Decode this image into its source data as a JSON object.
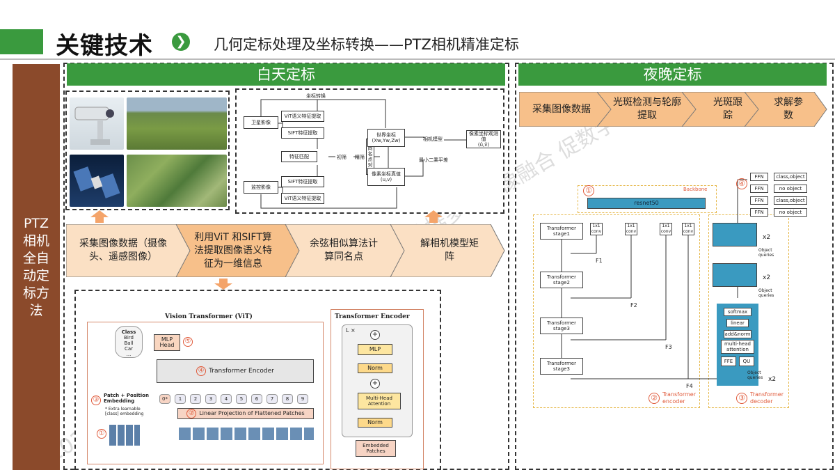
{
  "header": {
    "title": "关键技术",
    "subtitle": "几何定标处理及坐标转换——PTZ相机精准定标"
  },
  "left_column": {
    "label": "PTZ相机全自动定标方法"
  },
  "day": {
    "heading": "白天定标",
    "steps": [
      "采集图像数据（摄像头、遥感图像）",
      "利用ViT 和SIFT算法提取图像语义特征为一维信息",
      "余弦相似算法计算同名点",
      "解相机模型矩阵"
    ],
    "flow": {
      "top": "坐标转换",
      "sat": "卫星影像",
      "mon": "监控影像",
      "vit1": "ViT语义特征提取",
      "sift1": "SIFT特征提取",
      "match": "特征匹配",
      "sift2": "SIFT特征提取",
      "vit2": "ViT语义特征提取",
      "coarse": "初筛",
      "fine": "精筛",
      "same": "同名点对",
      "world": "世界坐标",
      "world_sub": "(Xw,Yw,Zw)",
      "pixel": "像素坐标真值",
      "pixel_sub": "(u,v)",
      "model": "相机模型",
      "lsq": "最小二乘平差",
      "pred": "像素坐标观测值",
      "pred_sub": "(û,v̂)"
    },
    "vit": {
      "title": "Vision Transformer (ViT)",
      "mlp_head": "MLP Head",
      "classes": [
        "Class",
        "Bird",
        "Ball",
        "Car",
        "..."
      ],
      "transformer_encoder": "Transformer Encoder",
      "patch_embed": "Patch + Position Embedding",
      "extra_note": "* Extra learnable [class] embedding",
      "linear_proj": "Linear Projection of Flattened Patches",
      "tokens": [
        "0*",
        "1",
        "2",
        "3",
        "4",
        "5",
        "6",
        "7",
        "8",
        "9"
      ],
      "num1": "①",
      "num2": "②",
      "num3": "③",
      "num4": "④",
      "num5": "⑤"
    },
    "encoder": {
      "title": "Transformer Encoder",
      "lx": "L ×",
      "mlp": "MLP",
      "norm1": "Norm",
      "mha": "Multi-Head Attention",
      "norm2": "Norm",
      "embedded": "Embedded Patches",
      "plus": "+"
    }
  },
  "night": {
    "heading": "夜晚定标",
    "steps": [
      "采集图像数据",
      "光斑检测与轮廓提取",
      "光斑跟踪",
      "求解参数"
    ],
    "diagram": {
      "backbone": "Backbone",
      "resnet": "resnet50",
      "stages": [
        "Transformer stage1",
        "Transformer stage2",
        "Transformer stage3",
        "Transformer stage3"
      ],
      "conv": "1x1 conv",
      "f_labels": [
        "F1",
        "F2",
        "F3",
        "F4"
      ],
      "ffn": [
        "FFN",
        "FFN",
        "FFN",
        "FFN"
      ],
      "outputs": [
        "class,object",
        "no object",
        "class,object",
        "no object"
      ],
      "x2": "x2",
      "obj_q": "Object queries",
      "softmax": "softmax",
      "linear": "linear",
      "addnorm": "add&norm",
      "mha": "multi-head attention",
      "ffe": "FFE",
      "qu": "QU",
      "enc_label": "Transformer encoder",
      "dec_label": "Transformer decoder",
      "n1": "①",
      "n2": "②",
      "n3": "③",
      "n4": "④"
    }
  },
  "colors": {
    "green": "#3a9a3e",
    "brown": "#8b4a2b",
    "orange_step": "#f7c08a",
    "orange_light": "#fbe0c4",
    "teal": "#3a9ac0"
  }
}
